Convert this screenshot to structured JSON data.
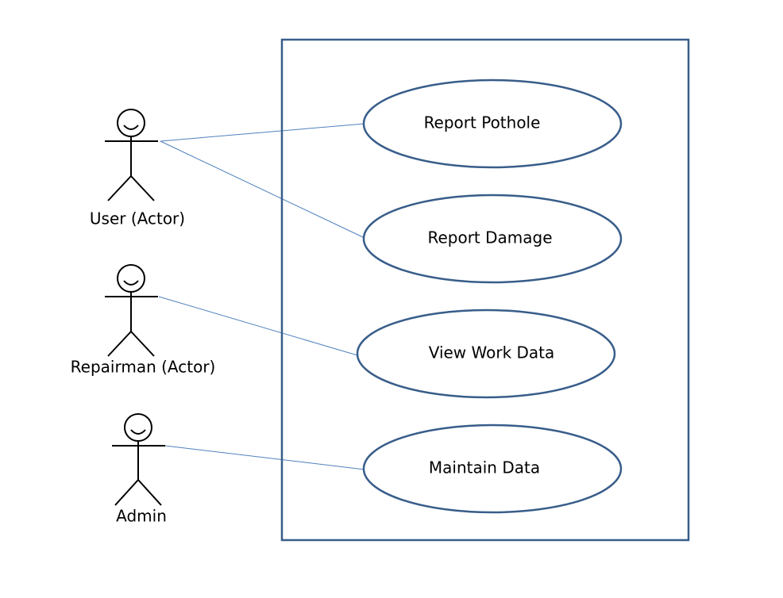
{
  "colors": {
    "boundary_stroke": "#385d8a",
    "usecase_stroke": "#385d8a",
    "association_line": "#4f81bd",
    "actor_stroke": "#000000",
    "background": "#ffffff"
  },
  "actors": [
    {
      "label": "User (Actor)",
      "icon": "stick-figure-icon"
    },
    {
      "label": "Repairman (Actor)",
      "icon": "stick-figure-icon"
    },
    {
      "label": "Admin",
      "icon": "stick-figure-icon"
    }
  ],
  "use_cases": [
    {
      "label": "Report Pothole"
    },
    {
      "label": "Report Damage"
    },
    {
      "label": "View Work Data"
    },
    {
      "label": "Maintain Data"
    }
  ],
  "associations": [
    {
      "actor": "User (Actor)",
      "use_case": "Report Pothole"
    },
    {
      "actor": "User (Actor)",
      "use_case": "Report Damage"
    },
    {
      "actor": "Repairman (Actor)",
      "use_case": "View Work Data"
    },
    {
      "actor": "Admin",
      "use_case": "Maintain Data"
    }
  ]
}
